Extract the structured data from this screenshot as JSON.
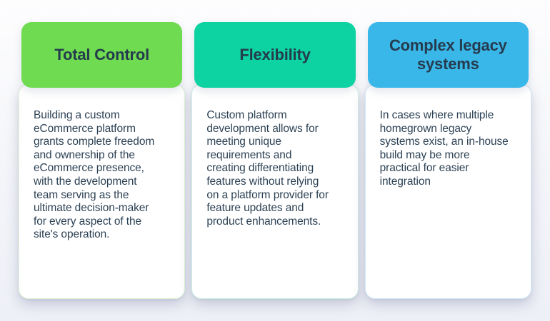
{
  "text_colors": {
    "heading": "#253b4e",
    "body": "#2d4255"
  },
  "cards": [
    {
      "title": "Total Control",
      "header_color": "#6fdb50",
      "border_color": "#dff5d4",
      "body": "Building a custom\neCommerce platform\ngrants complete freedom\nand ownership of the\neCommerce presence,\nwith the development\nteam serving as the\nultimate decision-maker\nfor every aspect of the\nsite's operation."
    },
    {
      "title": "Flexibility",
      "header_color": "#0dd2a2",
      "border_color": "#cdf1e5",
      "body": "Custom platform\ndevelopment allows for\nmeeting unique\nrequirements and\ncreating differentiating\nfeatures without relying\non a platform provider for\nfeature updates and\nproduct enhancements."
    },
    {
      "title": "Complex legacy\nsystems",
      "header_color": "#3ab7e9",
      "border_color": "#d2e9f8",
      "body": "In cases where multiple\nhomegrown legacy\nsystems exist, an in-house\nbuild may be more\npractical for easier\nintegration"
    }
  ]
}
